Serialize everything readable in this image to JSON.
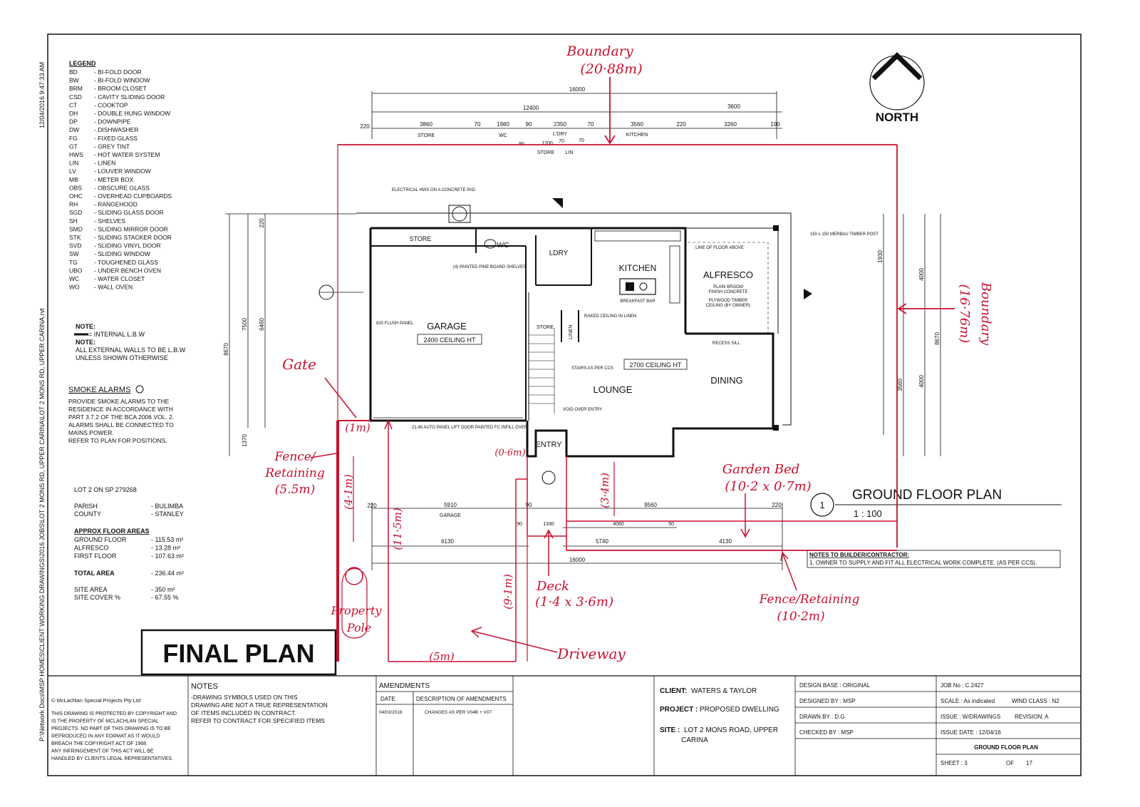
{
  "side_text": {
    "timestamp": "12/04/2016 9:47:33 AM",
    "filepath": "P:\\Network Docs\\MSP HOMES\\CLIENT WORKING DRAWINGS\\2016 JOBS\\LOT 2 MONS RD, UPPER CARINA\\LOT 2 MONS RD, UPPER CARINA.rvt"
  },
  "legend": {
    "title": "LEGEND",
    "items": [
      {
        "code": "BD",
        "desc": "- BI-FOLD DOOR"
      },
      {
        "code": "BW",
        "desc": "- BI-FOLD WINDOW"
      },
      {
        "code": "BRM",
        "desc": "- BROOM CLOSET"
      },
      {
        "code": "CSD",
        "desc": "- CAVITY SLIDING DOOR"
      },
      {
        "code": "CT",
        "desc": "- COOKTOP"
      },
      {
        "code": "DH",
        "desc": "- DOUBLE HUNG WINDOW"
      },
      {
        "code": "DP",
        "desc": "- DOWNPIPE"
      },
      {
        "code": "DW",
        "desc": "- DISHWASHER"
      },
      {
        "code": "FG",
        "desc": "- FIXED GLASS"
      },
      {
        "code": "GT",
        "desc": "- GREY TINT"
      },
      {
        "code": "HWS",
        "desc": "- HOT WATER SYSTEM"
      },
      {
        "code": "LIN",
        "desc": "- LINEN"
      },
      {
        "code": "LV",
        "desc": "- LOUVER WINDOW"
      },
      {
        "code": "MB",
        "desc": "- METER BOX"
      },
      {
        "code": "OBS",
        "desc": "- OBSCURE GLASS"
      },
      {
        "code": "OHC",
        "desc": "- OVERHEAD CUPBOARDS"
      },
      {
        "code": "RH",
        "desc": "- RANGEHOOD"
      },
      {
        "code": "SGD",
        "desc": "- SLIDING GLASS DOOR"
      },
      {
        "code": "SH",
        "desc": "- SHELVES"
      },
      {
        "code": "SMD",
        "desc": "- SLIDING MIRROR DOOR"
      },
      {
        "code": "STK",
        "desc": "- SLIDING STACKER DOOR"
      },
      {
        "code": "SVD",
        "desc": "- SLIDING VINYL DOOR"
      },
      {
        "code": "SW",
        "desc": "- SLIDING WINDOW"
      },
      {
        "code": "TG",
        "desc": "- TOUGHENED GLASS"
      },
      {
        "code": "UBO",
        "desc": "- UNDER BENCH OVEN"
      },
      {
        "code": "WC",
        "desc": "- WATER CLOSET"
      },
      {
        "code": "WO",
        "desc": "- WALL OVEN"
      }
    ]
  },
  "notes_left": {
    "note1_title": "NOTE:",
    "note1_text": "= INTERNAL L.B.W",
    "note2_title": "NOTE:",
    "note2_line1": "ALL EXTERNAL WALLS TO BE L.B.W",
    "note2_line2": "UNLESS SHOWN OTHERWISE",
    "smoke_title": "SMOKE ALARMS",
    "smoke_lines": [
      "PROVIDE SMOKE ALARMS TO THE",
      "RESIDENCE IN ACCORDANCE WITH",
      "PART 3.7.2 OF THE BCA 2006 VOL. 2.",
      "ALARMS SHALL BE CONNECTED TO",
      "MAINS POWER.",
      "REFER TO PLAN FOR POSITIONS."
    ]
  },
  "site_info": {
    "lot": "LOT 2 ON SP 279268",
    "parish_label": "PARISH",
    "parish_value": "- BULIMBA",
    "county_label": "COUNTY",
    "county_value": "- STANLEY",
    "areas_title": "APPROX FLOOR AREAS",
    "areas": [
      {
        "label": "GROUND FLOOR",
        "value": "- 115.53 m²"
      },
      {
        "label": "ALFRESCO",
        "value": "- 13.28 m²"
      },
      {
        "label": "FIRST FLOOR",
        "value": "- 107.63 m²"
      }
    ],
    "total_label": "TOTAL AREA",
    "total_value": "- 236.44 m²",
    "site_area_label": "SITE AREA",
    "site_area_value": "- 350 m²",
    "site_cover_label": "SITE COVER %",
    "site_cover_value": "- 67.55 %"
  },
  "final_plan": "FINAL PLAN",
  "north": "NORTH",
  "plan_title": {
    "number": "1",
    "title": "GROUND FLOOR PLAN",
    "scale": "1 : 100"
  },
  "notes_builder": {
    "title": "NOTES TO BUILDER/CONTRACTOR:",
    "line": "1. OWNER TO SUPPLY AND FIT ALL ELECTRICAL WORK COMPLETE. (AS PER CCS)."
  },
  "rooms": {
    "garage": "GARAGE",
    "garage_ceiling": "2400 CEILING HT",
    "kitchen": "KITCHEN",
    "alfresco": "ALFRESCO",
    "lounge": "LOUNGE",
    "lounge_ceiling": "2700 CEILING HT",
    "dining": "DINING",
    "entry": "ENTRY",
    "store": "STORE",
    "wc": "WC",
    "ldry": "LDRY",
    "linen": "LINEN",
    "store2": "STORE",
    "breakfast_bar": "BREAKFAST BAR",
    "alfresco_note1": "PLAIN BROOM",
    "alfresco_note2": "FINISH CONCRETE",
    "alfresco_note3": "PLYWOOD TIMBER",
    "alfresco_note4": "CEILING (BY OWNER)",
    "line_of_floor": "LINE OF FLOOR ABOVE",
    "raked": "RAKED CEILING IN LINEN",
    "stairs": "STAIRS AS PER CCS",
    "void": "VOID OVER ENTRY",
    "hws": "ELECTRICAL HWS ON A CONCRETE PAD",
    "shelves": "(4) PAINTED PINE BOARD SHELVES",
    "garage_door": "21.48 AUTO PANEL LIFT DOOR PAINTED FC INFILL OVER",
    "merbau": "150 x 150 MERBAU TIMBER POST",
    "recess": "RECESS SILL",
    "flush_panel": "820 FLUSH PANEL"
  },
  "dims_top": {
    "overall": "16000",
    "d12400": "12400",
    "d3600": "3600",
    "d220a": "220",
    "d3860": "3860",
    "d70a": "70",
    "d1980": "1980",
    "d90": "90",
    "d2350": "2350",
    "d70b": "70",
    "d3560": "3560",
    "d220b": "220",
    "d3260": "3260",
    "d190": "190",
    "store": "STORE",
    "wc": "WC",
    "ldry": "L'DRY",
    "kitchen": "KITCHEN",
    "sub1": "90",
    "sub2": "1200",
    "sub3": "70",
    "sub4": "70",
    "store_s": "STORE",
    "lin_s": "LIN"
  },
  "dims_bottom": {
    "d220a": "220",
    "d5910": "5910",
    "d90": "90",
    "d9560": "9560",
    "d220b": "220",
    "garage": "GARAGE",
    "d6130": "6130",
    "d1330": "1330",
    "d4060": "4060",
    "d5740": "5740",
    "d4130": "4130",
    "d16000": "16000",
    "d90b": "90",
    "d50": "50"
  },
  "dims_left": {
    "d8670": "8670",
    "d7500": "7500",
    "d6460": "6460",
    "d1370": "1370",
    "d220": "220"
  },
  "dims_right": {
    "d8670": "8670",
    "d4000a": "4000",
    "d4000b": "4000",
    "d3560": "3560",
    "d1930": "1930"
  },
  "annotations": {
    "boundary_top": "Boundary",
    "boundary_top_dim": "(20·88m)",
    "boundary_right": "Boundary",
    "boundary_right_dim": "(16·76m)",
    "gate": "Gate",
    "gate_dim": "(1m)",
    "fence_left1": "Fence/",
    "fence_left2": "Retaining",
    "fence_left3": "(5.5m)",
    "fence_vert": "(4·1m)",
    "d115": "(11·5m)",
    "d06": "(0·6m)",
    "d34": "(3·4m)",
    "d91": "(9·1m)",
    "garden1": "Garden Bed",
    "garden2": "(10·2 x 0·7m)",
    "deck1": "Deck",
    "deck2": "(1·4 x 3·6m)",
    "fence_right1": "Fence/Retaining",
    "fence_right2": "(10·2m)",
    "pole1": "Property",
    "pole2": "Pole",
    "driveway": "Driveway",
    "d5": "(5m)"
  },
  "title_block": {
    "copyright": "© McLachlan Special Projects Pty Ltd",
    "copyright_lines": [
      "THIS DRAWING IS PROTECTED BY COPYRIGHT AND",
      "IS THE PROPERTY OF MCLACHLAN SPECIAL",
      "PROJECTS. NO PART OF THIS DRAWING IS TO BE",
      "REPRODUCED IN ANY FORMAT AS IT WOULD",
      "BREACH THE COPYRIGHT ACT OF 1968.",
      "ANY INFRINGEMENT OF THIS ACT WILL BE",
      "HANDLED BY CLIENTS LEGAL REPRESENTATIVES."
    ],
    "notes_title": "NOTES",
    "notes_lines": [
      "-DRAWING SYMBOLS USED ON THIS",
      "DRAWING ARE NOT A TRUE REPRESENTATION",
      "OF ITEMS INCLUDED IN CONTRACT.",
      "REFER TO CONTRACT FOR SPECIFIED ITEMS"
    ],
    "amendments_title": "AMENDMENTS",
    "amend_date_h": "DATE",
    "amend_desc_h": "DESCRIPTION OF AMENDMENTS",
    "amend_date": "04/03/2016",
    "amend_desc": "CHANGES AS PER V04B + V07",
    "client_label": "CLIENT:",
    "client": "WATERS & TAYLOR",
    "project_label": "PROJECT :",
    "project": "PROPOSED DWELLING",
    "site_label": "SITE :",
    "site1": "LOT 2 MONS ROAD, UPPER",
    "site2": "CARINA",
    "design_base": "DESIGN BASE : ORIGINAL",
    "designed_by": "DESIGNED BY : MSP",
    "drawn_by": "DRAWN BY : D.G",
    "checked_by": "CHECKED BY : MSP",
    "job": "JOB No : C.2427",
    "scale": "SCALE : As indicated",
    "wind": "WIND CLASS : N2",
    "issue": "ISSUE : W/DRAWINGS",
    "revision": "REVISION: A",
    "issue_date": "ISSUE DATE : 12/04/16",
    "sheet_title": "GROUND FLOOR PLAN",
    "sheet": "SHEET : 3",
    "of": "OF",
    "of_total": "17"
  },
  "colors": {
    "ink": "#111111",
    "markup": "#c8102e",
    "paper": "#ffffff"
  }
}
